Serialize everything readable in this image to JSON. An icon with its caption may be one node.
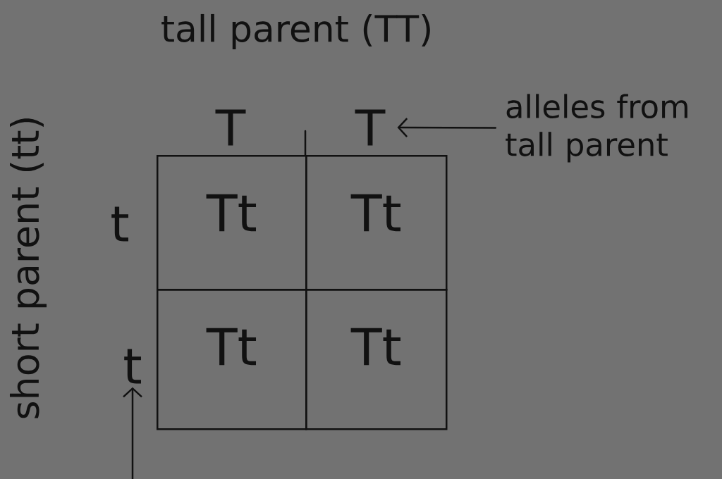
{
  "diagram": {
    "nodes": [
      {
        "text": [
          "T"
        ]
      },
      {
        "text": [
          "alleles from tall parent"
        ]
      },
      {
        "text": [
          "Tt"
        ]
      },
      {
        "text": [
          "Tt"
        ]
      },
      {
        "text": [
          "Tt"
        ]
      },
      {
        "text": [
          "Tt"
        ]
      },
      {
        "text": [
          "t"
        ]
      }
    ],
    "edges": [
      {
        "from": 1,
        "to": 0,
        "arrow": "to"
      },
      {
        "from": null,
        "to": 6,
        "arrow": "to"
      }
    ],
    "labels": [
      "tall parent (TT)",
      "short parent (tt)",
      "T",
      "t"
    ]
  }
}
